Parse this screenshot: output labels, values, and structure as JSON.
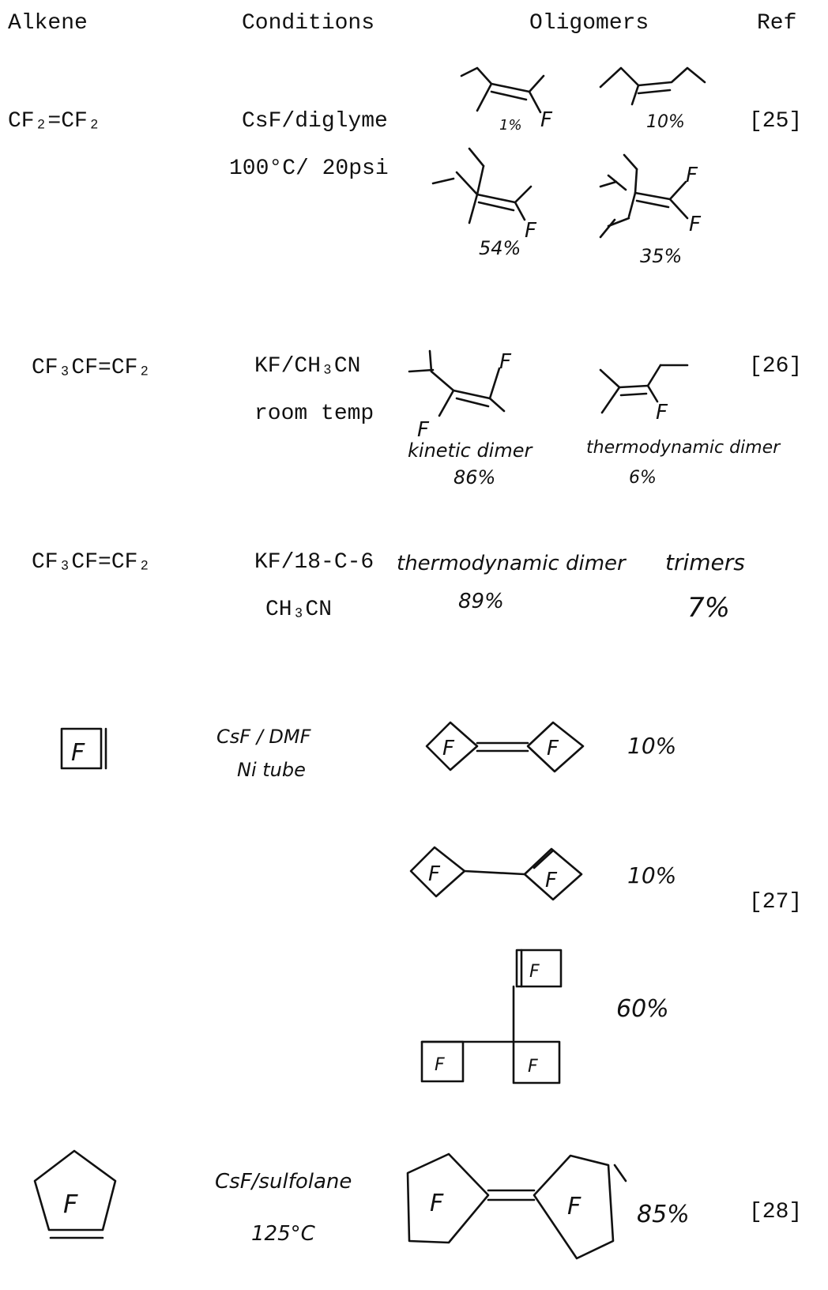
{
  "headers": {
    "alkene": "Alkene",
    "conditions": "Conditions",
    "oligomers": "Oligomers",
    "ref": "Ref"
  },
  "rows": [
    {
      "alkene": "CF₂=CF₂",
      "conditions": [
        "CsF/diglyme",
        "100°C/ 20psi"
      ],
      "yields": [
        "1%",
        "10%",
        "54%",
        "35%"
      ],
      "ref": "[25]"
    },
    {
      "alkene": "CF₃CF=CF₂",
      "conditions": [
        "KF/CH₃CN",
        "room temp"
      ],
      "labels": [
        "kinetic dimer",
        "thermodynamic dimer"
      ],
      "yields": [
        "86%",
        "6%"
      ],
      "ref": "[26]"
    },
    {
      "alkene": "CF₃CF=CF₂",
      "conditions": [
        "KF/18-C-6",
        "CH₃CN"
      ],
      "labels": [
        "thermodynamic dimer",
        "trimers"
      ],
      "yields": [
        "89%",
        "7%"
      ]
    },
    {
      "conditions": [
        "CsF / DMF",
        "Ni tube"
      ],
      "yields": [
        "10%",
        "10%",
        "60%"
      ],
      "ref": "[27]"
    },
    {
      "conditions": [
        "CsF/sulfolane",
        "125°C"
      ],
      "yields": [
        "85%"
      ],
      "ref": "[28]"
    }
  ],
  "ring_label": "F"
}
